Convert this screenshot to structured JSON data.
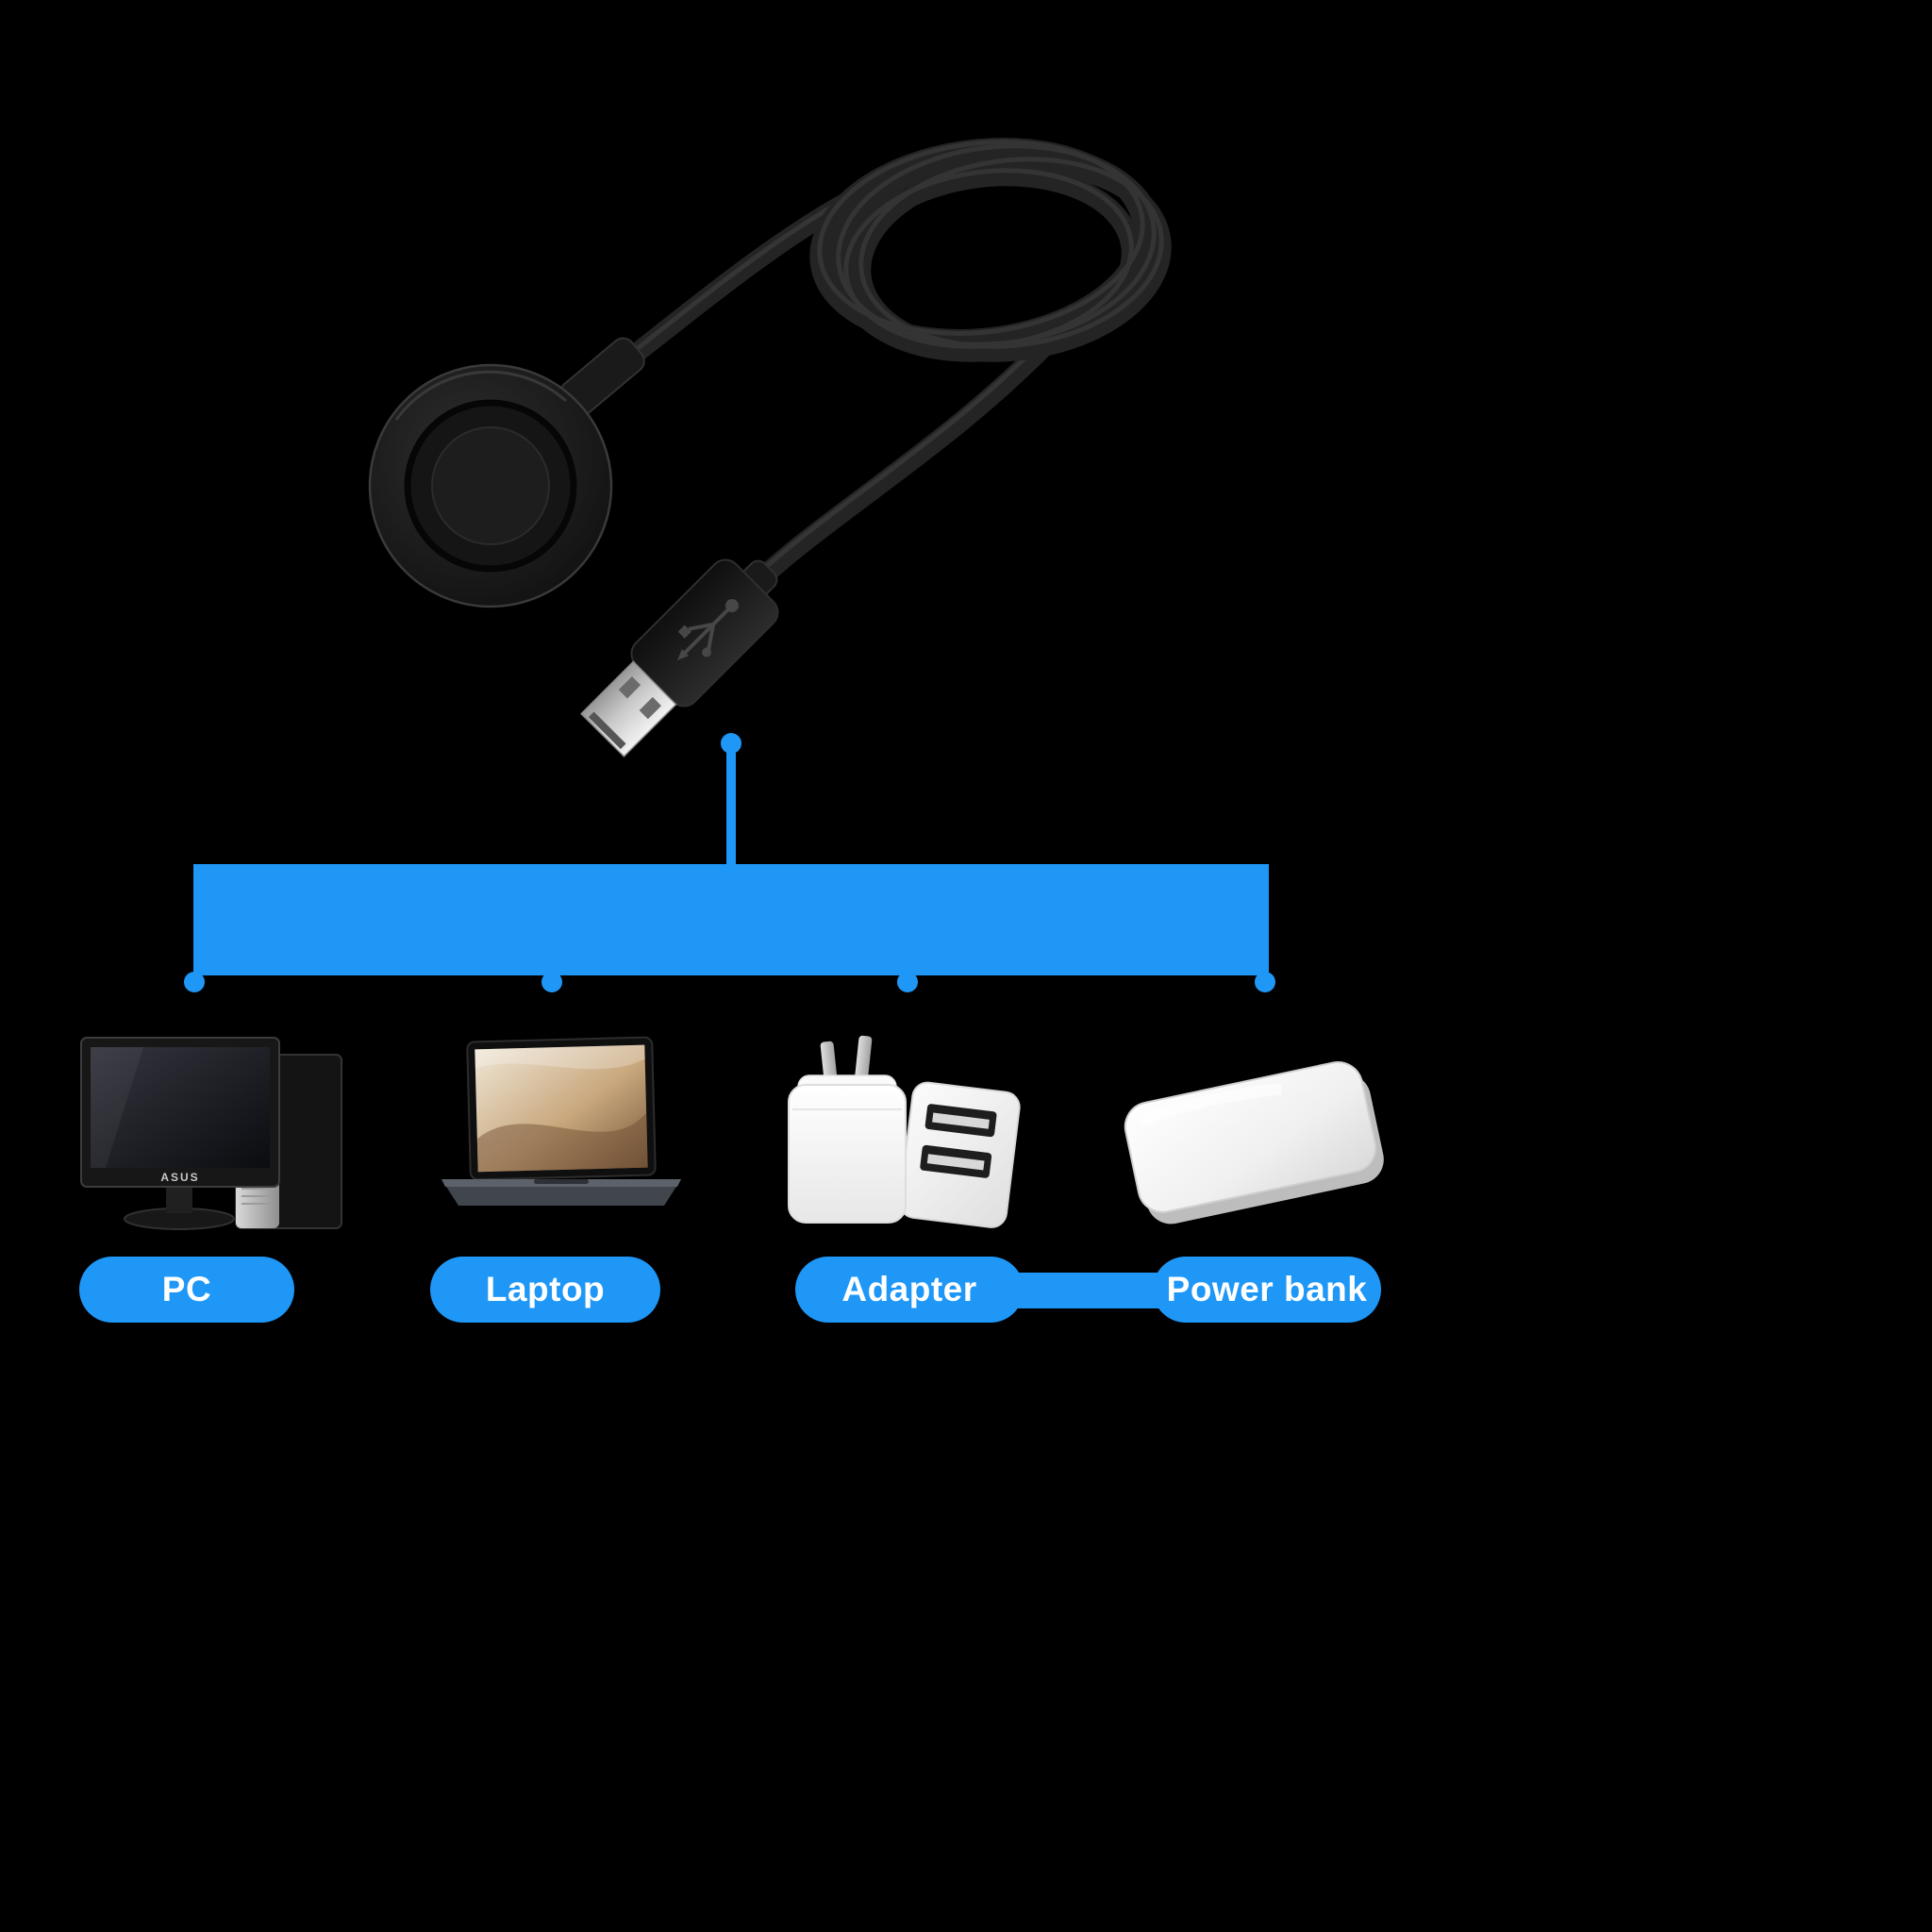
{
  "background": "#000000",
  "accent": "#1E97F7",
  "charger": {
    "icon": "watch-charger-dock-with-usb-cable-icon",
    "plug_icon": "usb-a-plug-icon",
    "usb_logo_icon": "usb-trident-logo-icon"
  },
  "connector": {
    "dot_color": "#1E97F7",
    "bar_color": "#1E97F7"
  },
  "devices": [
    {
      "id": "pc",
      "label": "PC",
      "icon": "desktop-pc-icon",
      "brand": "ASUS"
    },
    {
      "id": "laptop",
      "label": "Laptop",
      "icon": "laptop-icon"
    },
    {
      "id": "adapter",
      "label": "Adapter",
      "icon": "usb-wall-adapter-icon"
    },
    {
      "id": "power_bank",
      "label": "Power bank",
      "icon": "power-bank-icon"
    }
  ]
}
